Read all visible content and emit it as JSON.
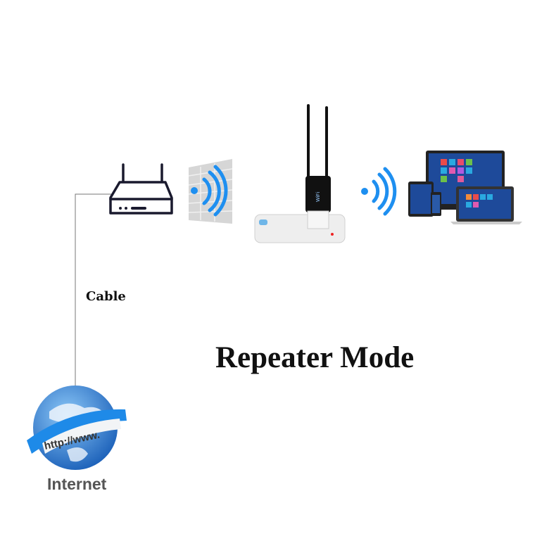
{
  "labels": {
    "cable": "Cable",
    "title": "Repeater Mode",
    "internet": "Internet",
    "globe_banner": "http://www.",
    "repeater_brand": "WiFi"
  },
  "colors": {
    "wifi": "#1e8ff0",
    "globe": "#2a7fd4",
    "text": "#111111",
    "internet_text": "#555555"
  }
}
